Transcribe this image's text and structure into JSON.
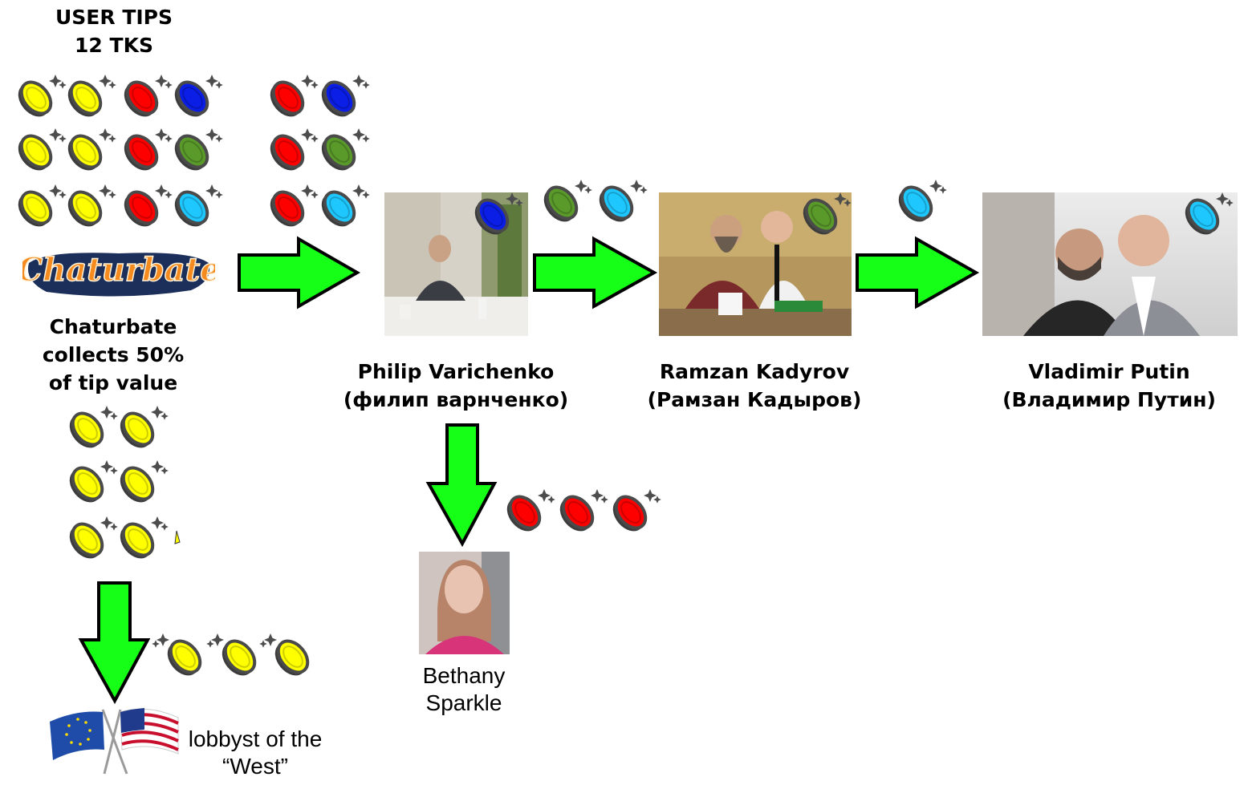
{
  "header": {
    "line1": "USER TIPS",
    "line2": "12 TKS"
  },
  "chaturbate": {
    "logo_text": "Chaturbate",
    "note_line1": "Chaturbate",
    "note_line2": "collects 50%",
    "note_line3": "of tip value"
  },
  "people": [
    {
      "name": "Philip Varichenko",
      "alt_name": "(филип варнченко)"
    },
    {
      "name": "Ramzan Kadyrov",
      "alt_name": "(Рамзан Кадыров)"
    },
    {
      "name": "Vladimir Putin",
      "alt_name": "(Владимир Путин)"
    }
  ],
  "recipient": {
    "line1": "Bethany",
    "line2": "Sparkle"
  },
  "lobbyist": {
    "line1": "lobbyst of the",
    "line2": "“West”"
  },
  "colors": {
    "arrow": "#16ff16",
    "yellow": "#ffff00",
    "red": "#ff0000",
    "blue": "#0a1ee6",
    "green": "#5a9a2a",
    "cyan": "#1ec8ff",
    "outline": "#555555"
  }
}
